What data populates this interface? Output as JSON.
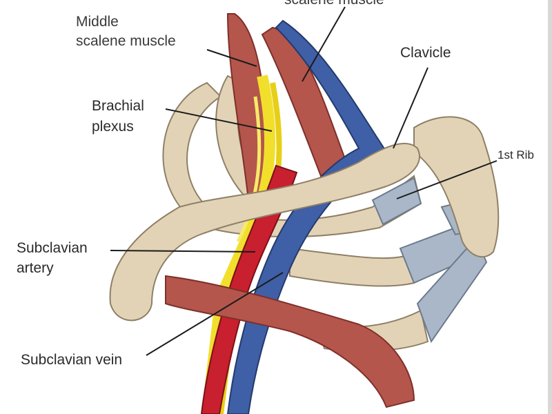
{
  "labels": {
    "anterior_scalene_fragment": "scalene muscle",
    "middle_scalene_line1": "Middle",
    "middle_scalene_line2": "scalene muscle",
    "clavicle": "Clavicle",
    "brachial_plexus_line1": "Brachial",
    "brachial_plexus_line2": "plexus",
    "first_rib": "1st Rib",
    "subclavian_artery_line1": "Subclavian",
    "subclavian_artery_line2": "artery",
    "subclavian_vein": "Subclavian vein"
  },
  "colors": {
    "bone": "#e3d3b6",
    "bone_shadow": "#b9a78a",
    "muscle": "#b4564c",
    "muscle_dark": "#7e2f2a",
    "nerve": "#f2df2c",
    "artery": "#c8202e",
    "vein": "#3f5fa6",
    "cartilage": "#a9b7c8"
  }
}
